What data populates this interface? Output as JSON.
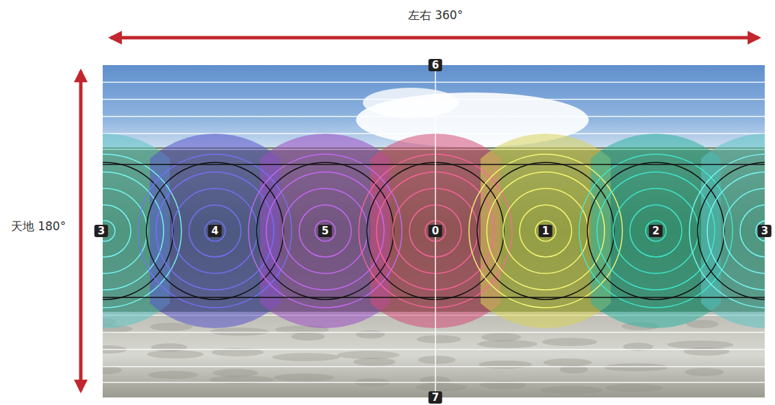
{
  "diagram": {
    "labels": [
      "左右 360°",
      "天地 180°",
      "6",
      "3",
      "4",
      "5",
      "0",
      "1",
      "2",
      "3",
      "7"
    ]
  }
}
